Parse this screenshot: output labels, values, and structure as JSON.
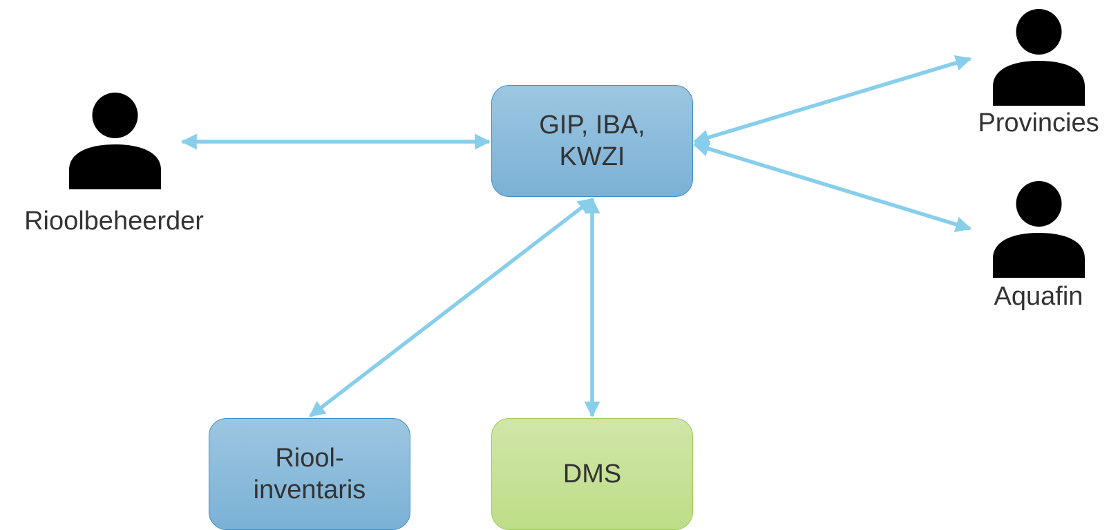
{
  "diagram": {
    "nodes": {
      "central": {
        "label": "GIP, IBA,\nKWZI",
        "color": "#7bb1d6"
      },
      "riool_inventaris": {
        "label": "Riool-\ninventaris",
        "color": "#7bb1d6"
      },
      "dms": {
        "label": "DMS",
        "color": "#bedd88"
      }
    },
    "actors": {
      "rioolbeheerder": {
        "label": "Rioolbeheerder",
        "icon": "person-icon"
      },
      "provincies": {
        "label": "Provincies",
        "icon": "person-icon"
      },
      "aquafin": {
        "label": "Aquafin",
        "icon": "person-icon"
      }
    },
    "edges": [
      {
        "from": "rioolbeheerder",
        "to": "central",
        "direction": "both"
      },
      {
        "from": "central",
        "to": "provincies",
        "direction": "both"
      },
      {
        "from": "central",
        "to": "aquafin",
        "direction": "both"
      },
      {
        "from": "central",
        "to": "riool_inventaris",
        "direction": "both"
      },
      {
        "from": "central",
        "to": "dms",
        "direction": "both"
      }
    ],
    "arrow_color": "#87ceeb"
  }
}
